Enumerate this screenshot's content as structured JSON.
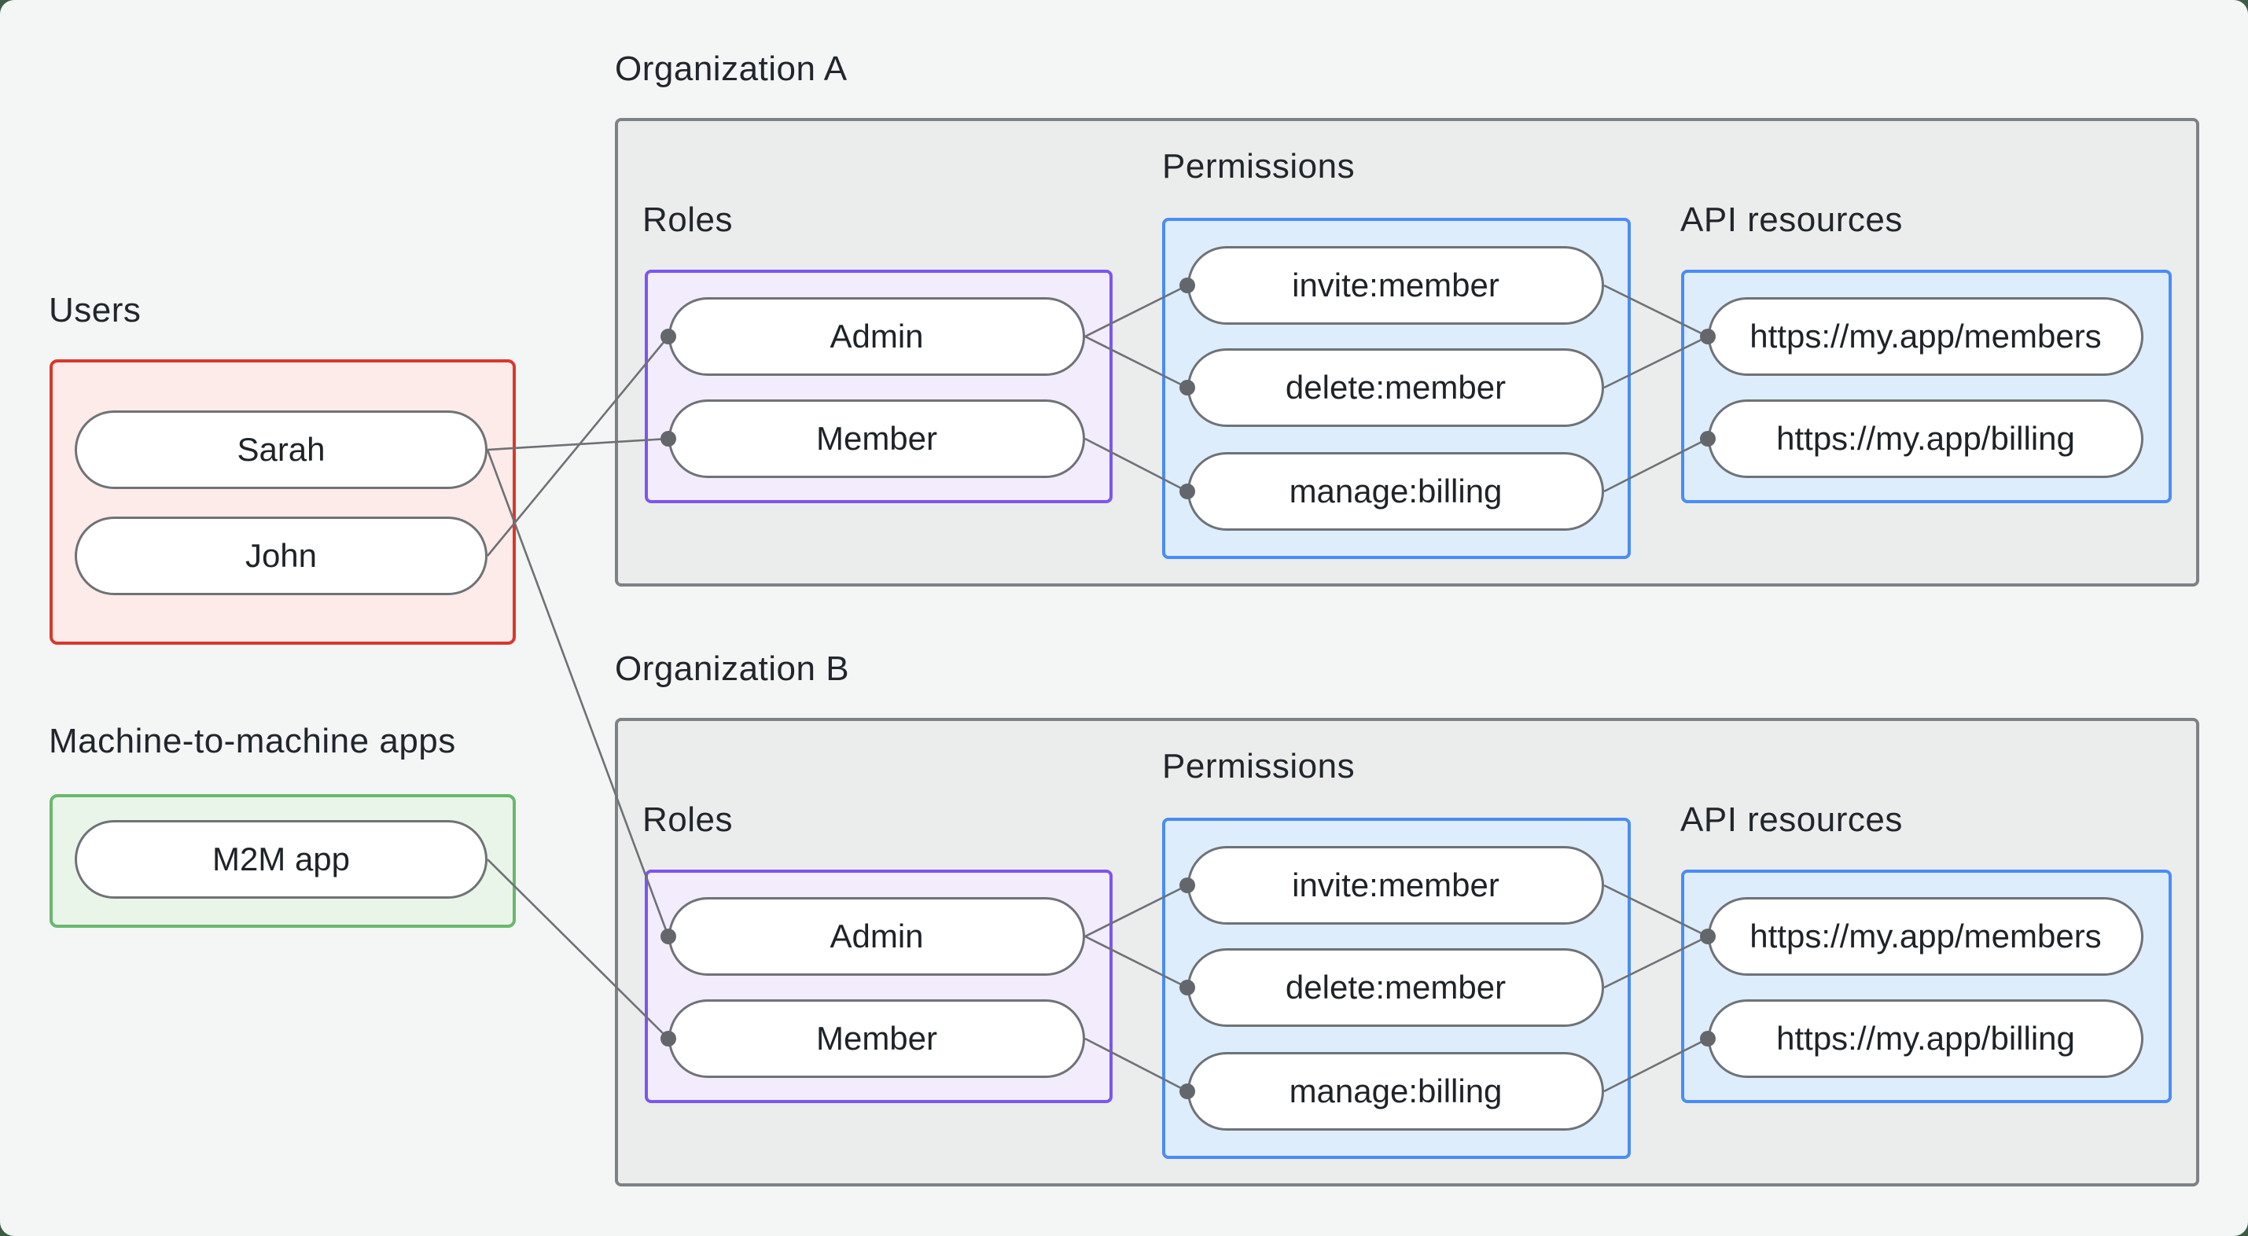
{
  "users": {
    "title": "Users",
    "items": [
      "Sarah",
      "John"
    ]
  },
  "m2m": {
    "title": "Machine-to-machine apps",
    "items": [
      "M2M app"
    ]
  },
  "organizations": [
    {
      "title": "Organization A",
      "roles": {
        "title": "Roles",
        "items": [
          "Admin",
          "Member"
        ]
      },
      "permissions": {
        "title": "Permissions",
        "items": [
          "invite:member",
          "delete:member",
          "manage:billing"
        ]
      },
      "api_resources": {
        "title": "API resources",
        "items": [
          "https://my.app/members",
          "https://my.app/billing"
        ]
      }
    },
    {
      "title": "Organization B",
      "roles": {
        "title": "Roles",
        "items": [
          "Admin",
          "Member"
        ]
      },
      "permissions": {
        "title": "Permissions",
        "items": [
          "invite:member",
          "delete:member",
          "manage:billing"
        ]
      },
      "api_resources": {
        "title": "API resources",
        "items": [
          "https://my.app/members",
          "https://my.app/billing"
        ]
      }
    }
  ],
  "connections": [
    {
      "from": "Sarah",
      "to": "Organization A / Member"
    },
    {
      "from": "John",
      "to": "Organization A / Admin"
    },
    {
      "from": "Sarah",
      "to": "Organization B / Admin"
    },
    {
      "from": "M2M app",
      "to": "Organization B / Member"
    },
    {
      "from": "Organization A / Admin",
      "to": "Organization A / invite:member"
    },
    {
      "from": "Organization A / Admin",
      "to": "Organization A / delete:member"
    },
    {
      "from": "Organization A / Member",
      "to": "Organization A / manage:billing"
    },
    {
      "from": "Organization A / invite:member",
      "to": "Organization A / https://my.app/members"
    },
    {
      "from": "Organization A / delete:member",
      "to": "Organization A / https://my.app/members"
    },
    {
      "from": "Organization A / manage:billing",
      "to": "Organization A / https://my.app/billing"
    },
    {
      "from": "Organization B / Admin",
      "to": "Organization B / invite:member"
    },
    {
      "from": "Organization B / Admin",
      "to": "Organization B / delete:member"
    },
    {
      "from": "Organization B / Member",
      "to": "Organization B / manage:billing"
    },
    {
      "from": "Organization B / invite:member",
      "to": "Organization B / https://my.app/members"
    },
    {
      "from": "Organization B / delete:member",
      "to": "Organization B / https://my.app/members"
    },
    {
      "from": "Organization B / manage:billing",
      "to": "Organization B / https://my.app/billing"
    }
  ],
  "colors": {
    "page_background": "#f4f6f5",
    "outer_background": "#3d5c45",
    "org_fill": "#ebedec",
    "org_border": "#7d8287",
    "users_fill": "#fcebe8",
    "users_border": "#d9382c",
    "m2m_fill": "#eaf5e9",
    "m2m_border": "#68b96c",
    "roles_fill": "#f2ecfc",
    "roles_border": "#7c55f1",
    "blue_fill": "#ddedfc",
    "blue_border": "#4a8cf7",
    "pill_border": "#6f7276",
    "wire": "#6e7175",
    "text": "#21262c"
  }
}
